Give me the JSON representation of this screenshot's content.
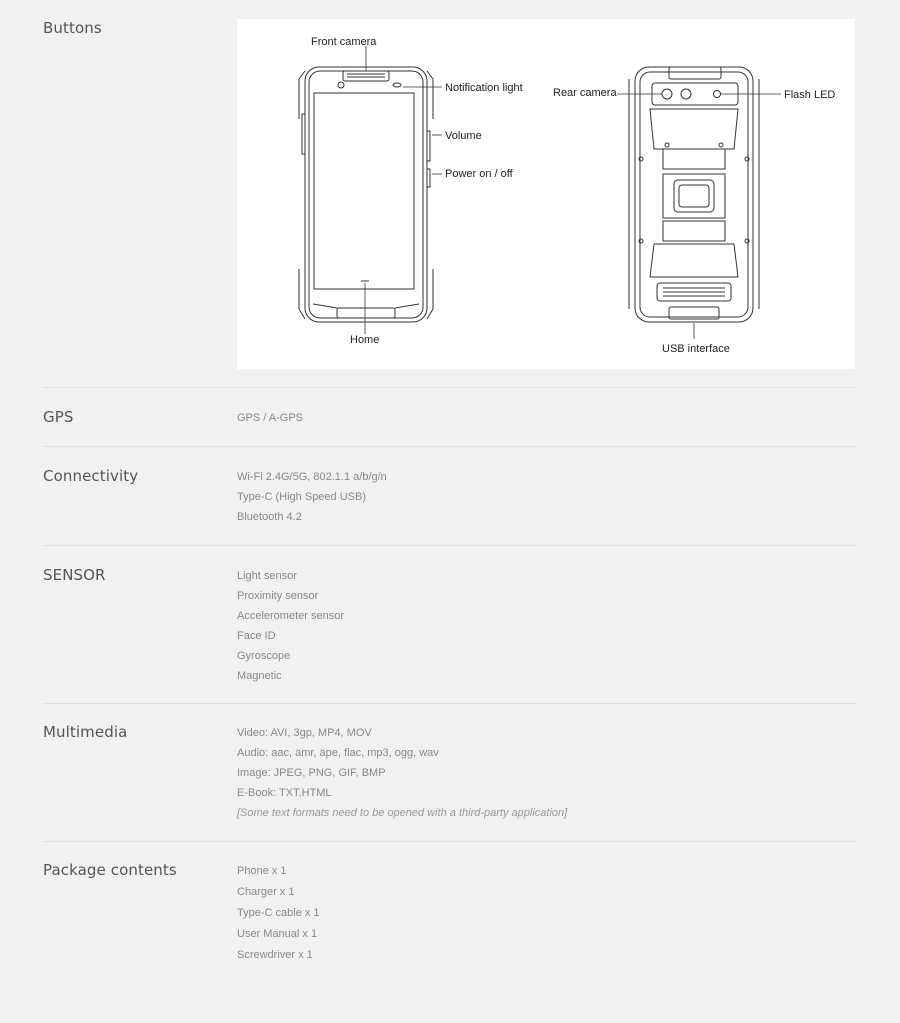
{
  "sections": [
    {
      "label": "Buttons",
      "diagram": {
        "front_camera": "Front camera",
        "notification_light": "Notification light",
        "volume": "Volume",
        "power": "Power on / off",
        "home": "Home",
        "rear_camera": "Rear camera",
        "flash_led": "Flash LED",
        "usb_interface": "USB interface"
      }
    },
    {
      "label": "GPS",
      "items": [
        "GPS / A-GPS"
      ]
    },
    {
      "label": "Connectivity",
      "items": [
        "Wi-Fi 2.4G/5G, 802.1.1 a/b/g/n",
        "Type-C (High Speed USB)",
        "Bluetooth 4.2"
      ]
    },
    {
      "label": "SENSOR",
      "items": [
        "Light sensor",
        "Proximity sensor",
        "Accelerometer sensor",
        "Face ID",
        "Gyroscope",
        "Magnetic"
      ]
    },
    {
      "label": "Multimedia",
      "items": [
        "Video: AVI, 3gp, MP4, MOV",
        "Audio: aac, amr, ape, flac, mp3, ogg, wav",
        "Image: JPEG, PNG, GIF, BMP",
        "E-Book: TXT,HTML"
      ],
      "note": "[Some text formats need to be opened with a third-party application]"
    },
    {
      "label": "Package contents",
      "items": [
        "Phone  x 1",
        "Charger x 1",
        "Type-C cable x 1",
        "User Manual x 1",
        "Screwdriver x 1"
      ]
    }
  ]
}
